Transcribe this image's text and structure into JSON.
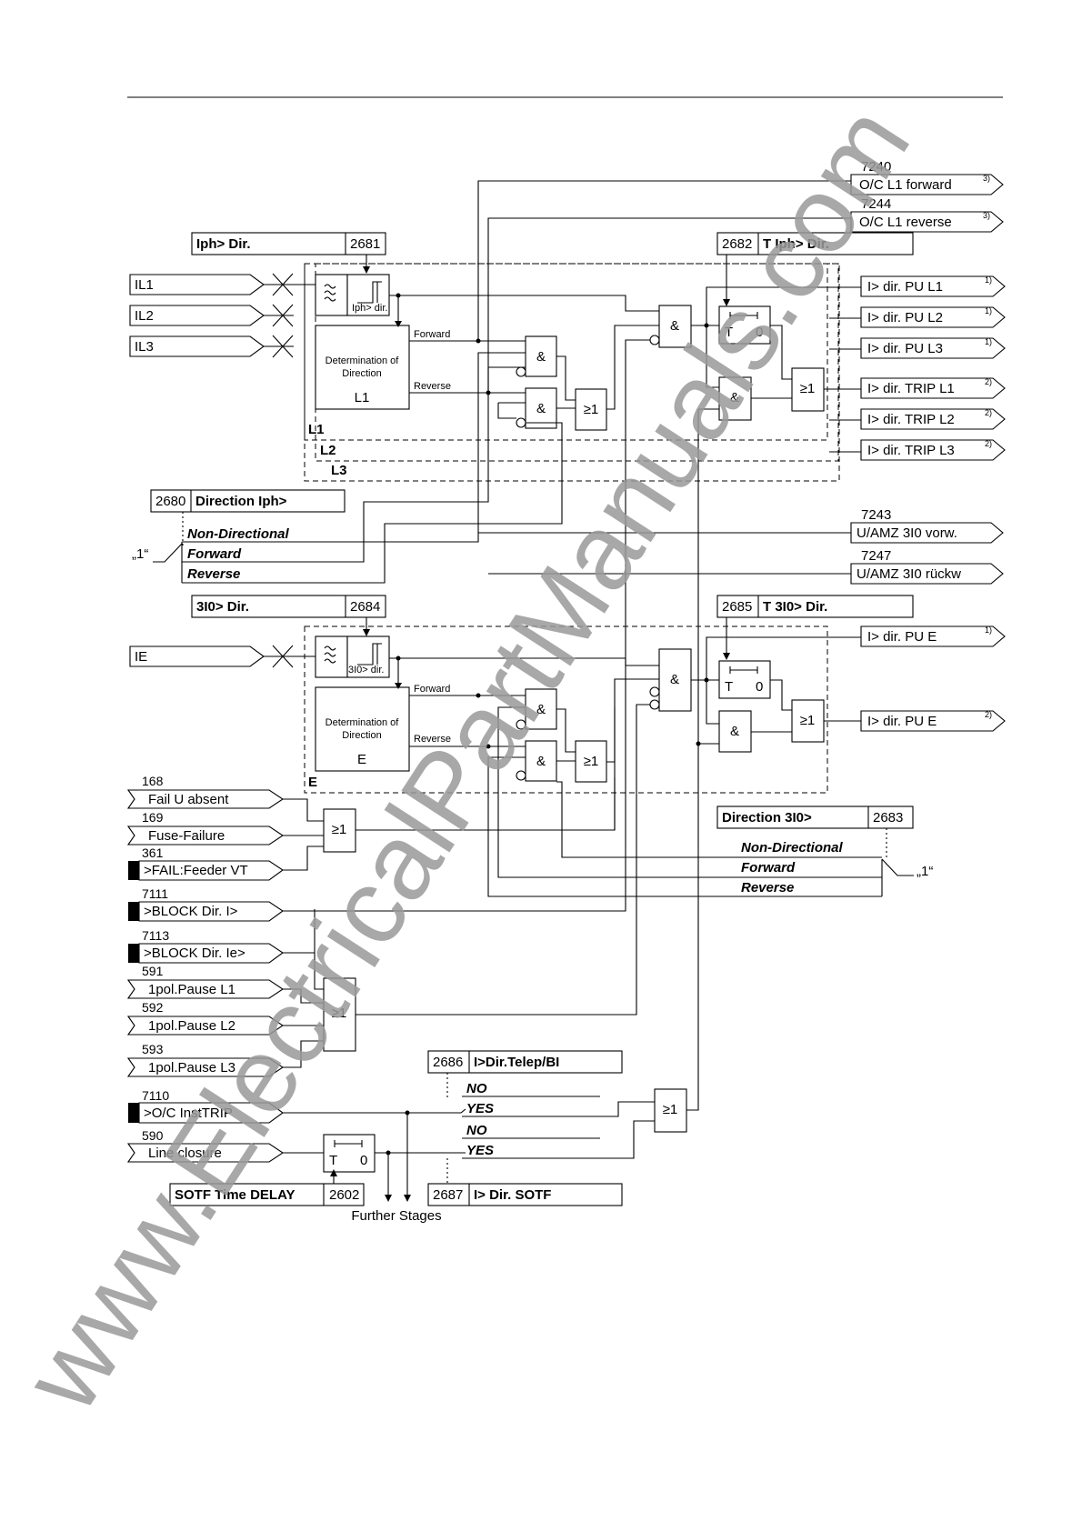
{
  "watermark": "www.ElectricalPartManuals.com",
  "phase_section": {
    "setting_pickup": {
      "label": "Iph> Dir.",
      "addr": "2681"
    },
    "setting_delay": {
      "addr": "2682",
      "label": "T Iph> Dir."
    },
    "inputs": [
      "IL1",
      "IL2",
      "IL3"
    ],
    "detector_label": "Iph> dir.",
    "direction_block": {
      "line1": "Determination of",
      "line2": "Direction",
      "phase": "L1"
    },
    "forward": "Forward",
    "reverse": "Reverse",
    "phase_tags": [
      "L1",
      "L2",
      "L3"
    ],
    "outputs_top": [
      {
        "num": "7240",
        "label": "O/C L1 forward",
        "sup": "3)"
      },
      {
        "num": "7244",
        "label": "O/C L1 reverse",
        "sup": "3)"
      }
    ],
    "outputs": [
      {
        "label": "I> dir. PU L1",
        "sup": "1)"
      },
      {
        "label": "I> dir. PU L2",
        "sup": "1)"
      },
      {
        "label": "I> dir. PU L3",
        "sup": "1)"
      },
      {
        "label": "I> dir. TRIP L1",
        "sup": "2)"
      },
      {
        "label": "I> dir. TRIP L2",
        "sup": "2)"
      },
      {
        "label": "I> dir. TRIP L3",
        "sup": "2)"
      }
    ]
  },
  "direction_iph": {
    "addr": "2680",
    "label": "Direction Iph>",
    "default": "„1“",
    "options": [
      "Non-Directional",
      "Forward",
      "Reverse"
    ]
  },
  "mid_outputs": [
    {
      "num": "7243",
      "label": "U/AMZ 3I0 vorw."
    },
    {
      "num": "7247",
      "label": "U/AMZ 3I0 rückw"
    }
  ],
  "earth_section": {
    "setting_pickup": {
      "label": "3I0> Dir.",
      "addr": "2684"
    },
    "setting_delay": {
      "addr": "2685",
      "label": "T 3I0> Dir."
    },
    "input": "IE",
    "detector_label": "3I0> dir.",
    "direction_block": {
      "line1": "Determination of",
      "line2": "Direction",
      "phase": "E"
    },
    "forward": "Forward",
    "reverse": "Reverse",
    "tag": "E",
    "outputs": [
      {
        "label": "I> dir. PU E",
        "sup": "1)"
      },
      {
        "label": "I> dir. PU E",
        "sup": "2)"
      }
    ]
  },
  "direction_3i0": {
    "label": "Direction 3I0>",
    "addr": "2683",
    "default": "„1“",
    "options": [
      "Non-Directional",
      "Forward",
      "Reverse"
    ]
  },
  "binary_inputs": [
    {
      "num": "168",
      "label": "Fail U absent",
      "type": "indication"
    },
    {
      "num": "169",
      "label": "Fuse-Failure",
      "type": "indication"
    },
    {
      "num": "361",
      "label": ">FAIL:Feeder VT",
      "type": "binary"
    },
    {
      "num": "7111",
      "label": ">BLOCK Dir. I>",
      "type": "binary"
    },
    {
      "num": "7113",
      "label": ">BLOCK Dir. Ie>",
      "type": "binary"
    },
    {
      "num": "591",
      "label": "1pol.Pause L1",
      "type": "indication"
    },
    {
      "num": "592",
      "label": "1pol.Pause L2",
      "type": "indication"
    },
    {
      "num": "593",
      "label": "1pol.Pause L3",
      "type": "indication"
    },
    {
      "num": "7110",
      "label": ">O/C InstTRIP",
      "type": "binary"
    },
    {
      "num": "590",
      "label": "Line closure",
      "type": "indication"
    }
  ],
  "telep": {
    "addr": "2686",
    "label": "I>Dir.Telep/BI",
    "options": [
      "NO",
      "YES"
    ]
  },
  "sotf": {
    "addr": "2687",
    "label": "I> Dir. SOTF",
    "options": [
      "NO",
      "YES"
    ]
  },
  "sotf_delay": {
    "label": "SOTF Time DELAY",
    "addr": "2602"
  },
  "further": "Further Stages",
  "gates": {
    "and": "&",
    "or": "≥1",
    "timer_t": "T",
    "timer_0": "0"
  }
}
